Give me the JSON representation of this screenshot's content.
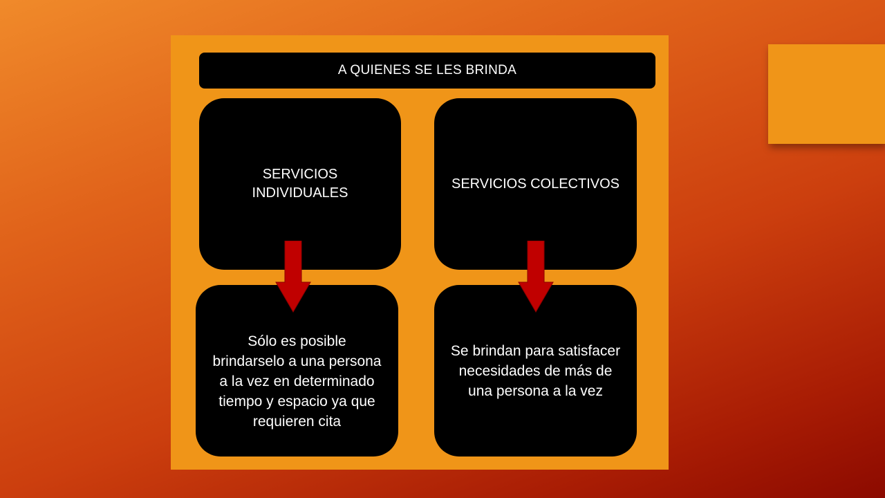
{
  "title": "A QUIENES SE LES BRINDA",
  "boxes": {
    "individual": "SERVICIOS INDIVIDUALES",
    "colectivo": "SERVICIOS COLECTIVOS",
    "individual_desc": "Sólo es posible brindarselo a una persona a la vez en determinado tiempo y espacio ya que requieren cita",
    "colectivo_desc": "Se brindan para satisfacer necesidades de más de una persona a la vez"
  },
  "colors": {
    "panel": "#f09518",
    "box": "#000000",
    "arrow": "#c00000"
  }
}
